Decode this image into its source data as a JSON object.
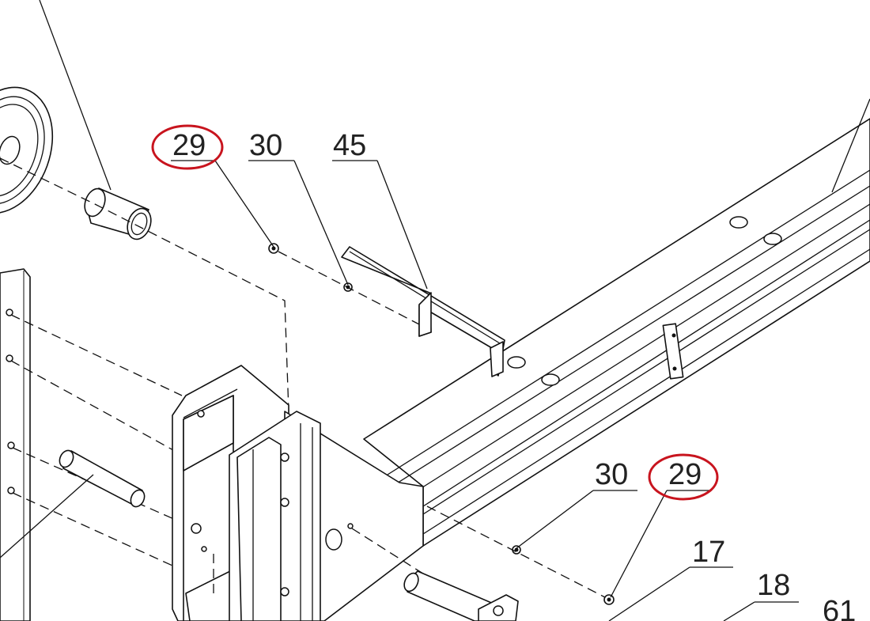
{
  "callouts": {
    "c29_top": "29",
    "c30_top": "30",
    "c45": "45",
    "c30_bottom": "30",
    "c29_bottom": "29",
    "c17": "17",
    "c18": "18",
    "c61": "61"
  },
  "highlight_color": "#c8141e"
}
